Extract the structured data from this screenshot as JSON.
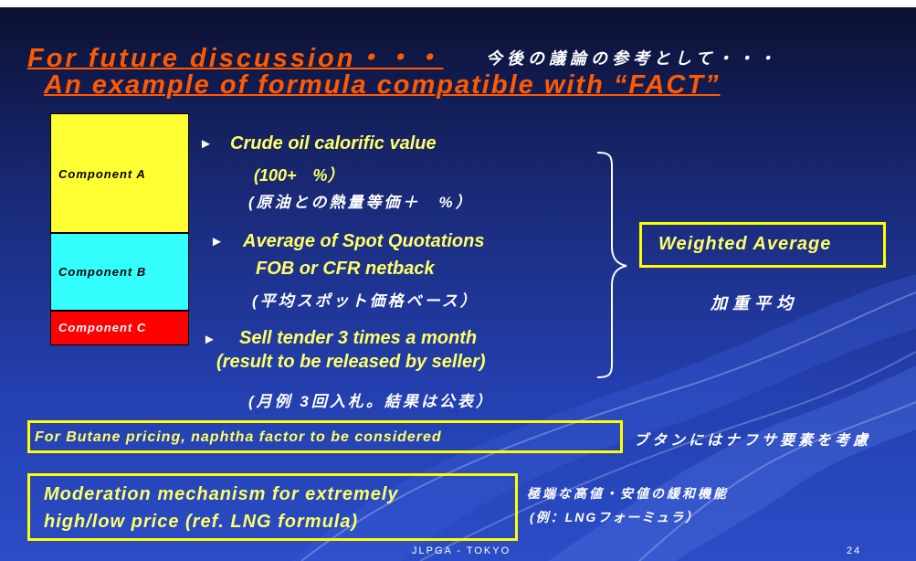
{
  "title": {
    "line1": "For future discussion・・・",
    "line1_jp": "今後の議論の参考として・・・",
    "line2": "An example of formula compatible with “FACT”"
  },
  "components": [
    {
      "label": "Component A",
      "color": "#ffff33"
    },
    {
      "label": "Component B",
      "color": "#33ffff"
    },
    {
      "label": "Component C",
      "color": "#ff0000"
    }
  ],
  "descriptions": {
    "a_line1": "Crude oil calorific value",
    "a_line2": "(100+　%）",
    "a_line3": "(原油との熱量等価＋　%）",
    "b_line1": "Average of Spot Quotations",
    "b_line2": "FOB or CFR netback",
    "b_line3": "(平均スポット価格ベース）",
    "c_line1": "Sell tender 3 times a month",
    "c_line2": "(result to be released by seller)",
    "c_line3": "(月例 3回入札。結果は公表）"
  },
  "weighted_average": {
    "label": "Weighted Average",
    "jp": "加重平均"
  },
  "butane": {
    "label": "For Butane pricing, naphtha factor to be considered",
    "jp": "ブタンにはナフサ要素を考慮"
  },
  "moderation": {
    "line1": "Moderation mechanism for extremely",
    "line2": "high/low price (ref. LNG formula)",
    "jp_line1": "極端な高値・安値の緩和機能",
    "jp_line2": "(例：LNGフォーミュラ）"
  },
  "footer": {
    "center": "JLPGA - TOKYO",
    "page": "24"
  }
}
